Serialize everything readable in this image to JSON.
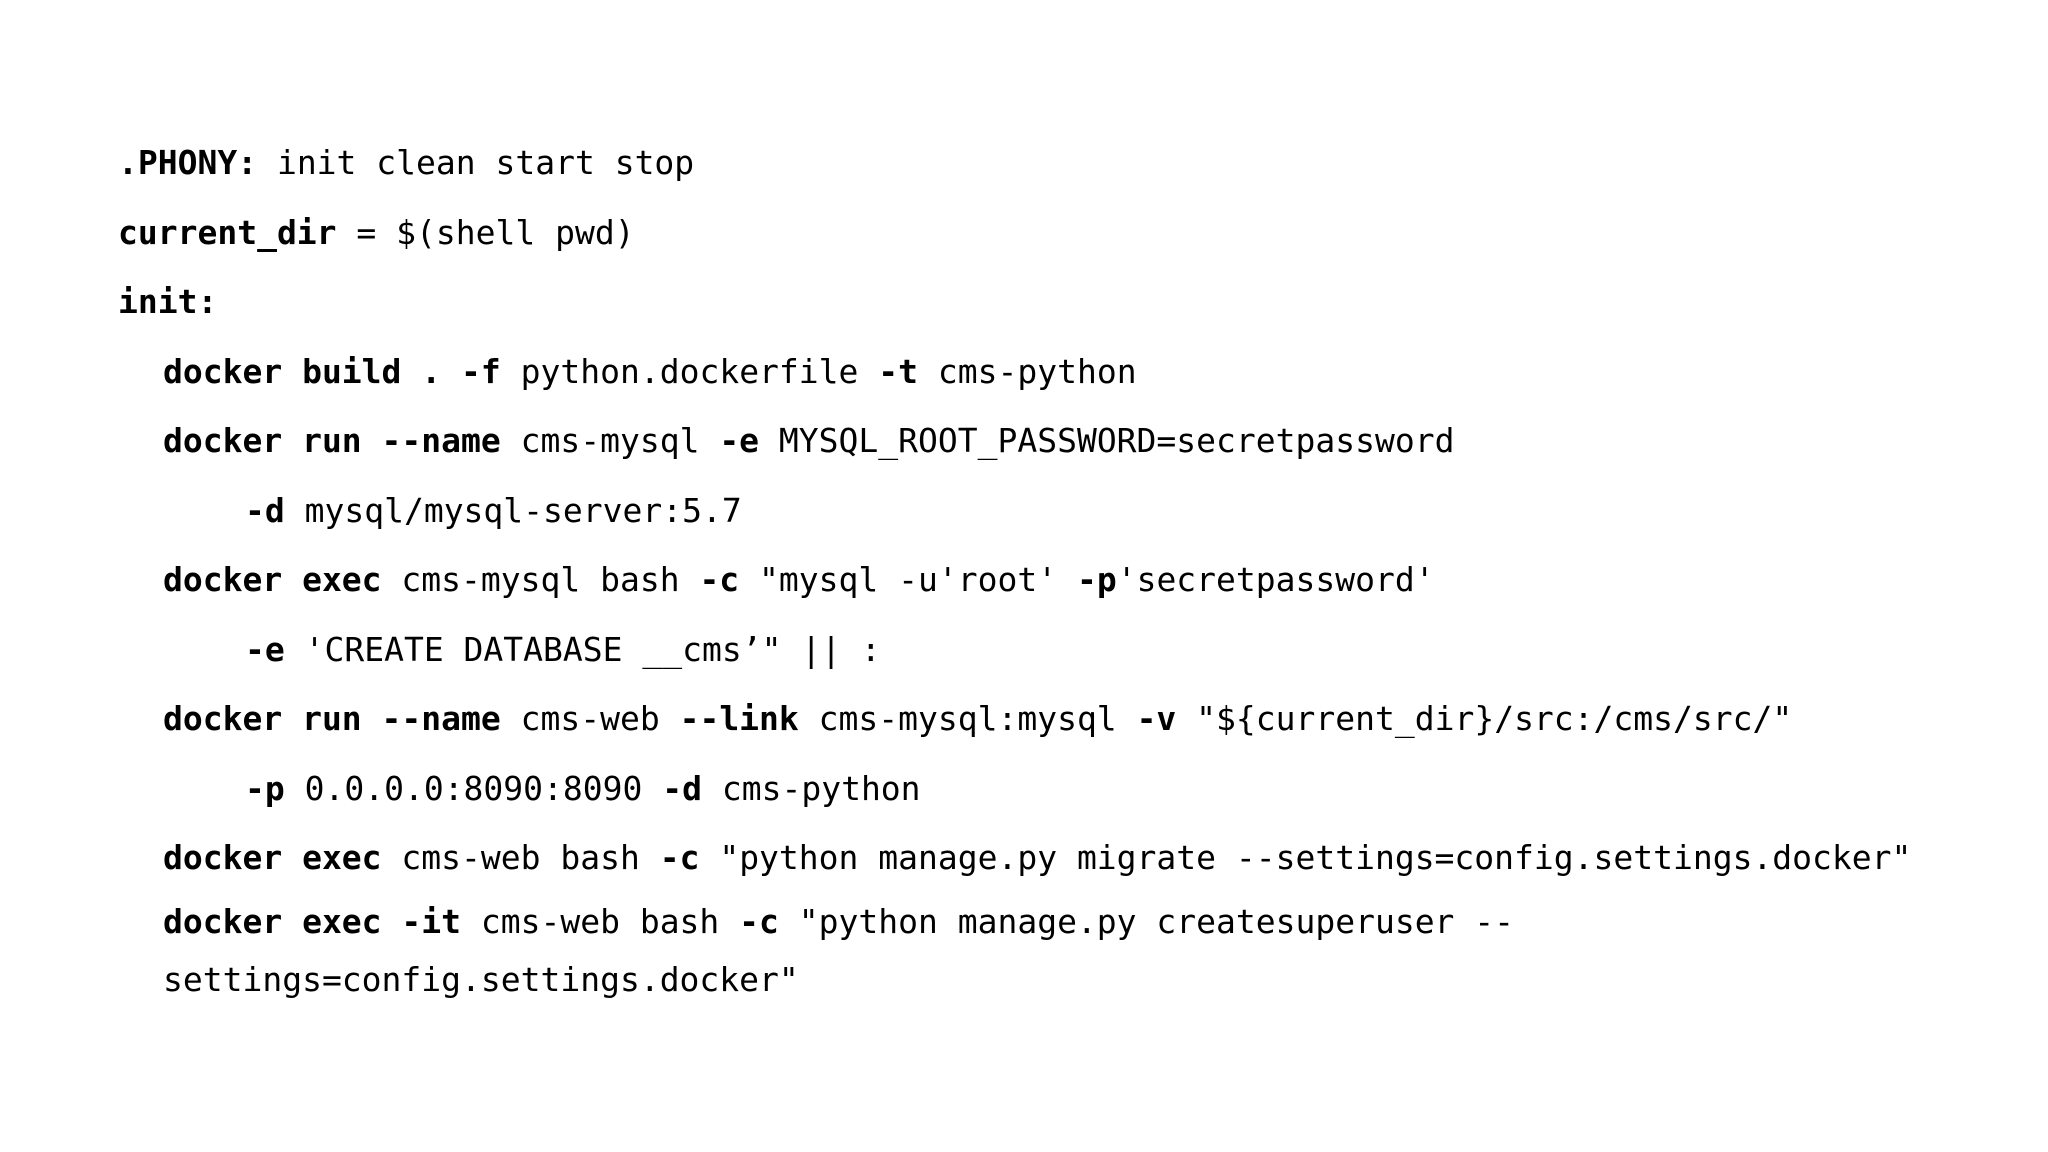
{
  "document": {
    "type": "makefile-code-listing",
    "background_color": "#ffffff",
    "text_color": "#000000"
  },
  "code": {
    "lines": [
      {
        "id": "phony",
        "indent": 0,
        "tokens": [
          {
            "t": ".PHONY:",
            "bold": true
          },
          {
            "t": " init clean start stop",
            "bold": false
          }
        ]
      },
      {
        "id": "current-dir-var",
        "indent": 0,
        "tokens": [
          {
            "t": "current_dir",
            "bold": true
          },
          {
            "t": " = $(shell pwd)",
            "bold": false
          }
        ]
      },
      {
        "id": "init-target",
        "indent": 0,
        "tokens": [
          {
            "t": "init:",
            "bold": true
          }
        ]
      },
      {
        "id": "docker-build",
        "indent": 1,
        "tokens": [
          {
            "t": "docker build .",
            "bold": true
          },
          {
            "t": " ",
            "bold": false
          },
          {
            "t": "-f",
            "bold": true
          },
          {
            "t": " python.dockerfile ",
            "bold": false
          },
          {
            "t": "-t",
            "bold": true
          },
          {
            "t": " cms-python",
            "bold": false
          }
        ]
      },
      {
        "id": "docker-run-mysql",
        "indent": 1,
        "tokens": [
          {
            "t": "docker run --name",
            "bold": true
          },
          {
            "t": " cms-mysql ",
            "bold": false
          },
          {
            "t": "-e",
            "bold": true
          },
          {
            "t": " MYSQL_ROOT_PASSWORD=secretpassword",
            "bold": false
          }
        ]
      },
      {
        "id": "docker-run-mysql-cont",
        "indent": 2,
        "tokens": [
          {
            "t": "-d",
            "bold": true
          },
          {
            "t": " mysql/mysql-server:5.7",
            "bold": false
          }
        ]
      },
      {
        "id": "docker-exec-mysql",
        "indent": 1,
        "tokens": [
          {
            "t": "docker exec",
            "bold": true
          },
          {
            "t": " cms-mysql bash ",
            "bold": false
          },
          {
            "t": "-c",
            "bold": true
          },
          {
            "t": " \"mysql -u'root' ",
            "bold": false
          },
          {
            "t": "-p",
            "bold": true
          },
          {
            "t": "'secretpassword'",
            "bold": false
          }
        ]
      },
      {
        "id": "docker-exec-mysql-cont",
        "indent": 2,
        "tokens": [
          {
            "t": "-e",
            "bold": true
          },
          {
            "t": " 'CREATE DATABASE __cms’\" || :",
            "bold": false
          }
        ]
      },
      {
        "id": "docker-run-web",
        "indent": 1,
        "tokens": [
          {
            "t": "docker run --name",
            "bold": true
          },
          {
            "t": " cms-web ",
            "bold": false
          },
          {
            "t": "--link",
            "bold": true
          },
          {
            "t": " cms-mysql:mysql ",
            "bold": false
          },
          {
            "t": "-v",
            "bold": true
          },
          {
            "t": " \"${current_dir}/src:/cms/src/\"",
            "bold": false
          }
        ]
      },
      {
        "id": "docker-run-web-cont",
        "indent": 2,
        "tokens": [
          {
            "t": "-p",
            "bold": true
          },
          {
            "t": " 0.0.0.0:8090:8090 ",
            "bold": false
          },
          {
            "t": "-d",
            "bold": true
          },
          {
            "t": " cms-python",
            "bold": false
          }
        ]
      },
      {
        "id": "docker-exec-migrate",
        "indent": 1,
        "tokens": [
          {
            "t": "docker exec",
            "bold": true
          },
          {
            "t": " cms-web bash ",
            "bold": false
          },
          {
            "t": "-c",
            "bold": true
          },
          {
            "t": " \"python manage.py migrate --settings=config.settings.docker\"",
            "bold": false
          }
        ]
      }
    ],
    "last_line": {
      "id": "docker-exec-createsuperuser",
      "indent": 1,
      "tokens": [
        {
          "t": "docker exec -it",
          "bold": true
        },
        {
          "t": " cms-web bash ",
          "bold": false
        },
        {
          "t": "-c",
          "bold": true
        },
        {
          "t": " \"python manage.py createsuperuser --",
          "bold": false
        }
      ],
      "wrapped_text": "settings=config.settings.docker\""
    }
  }
}
